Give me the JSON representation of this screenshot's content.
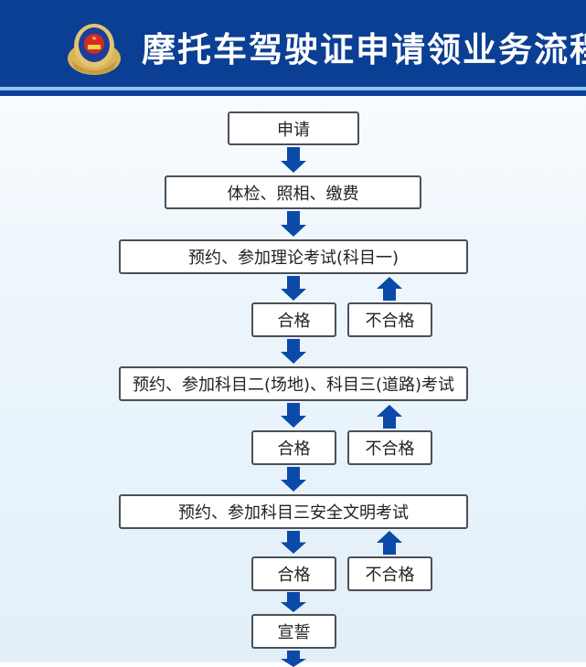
{
  "title": "摩托车驾驶证申请领业务流程",
  "emblem": "police-emblem",
  "colors": {
    "header": "#0b3f94",
    "arrow": "#0b4aa8",
    "box_border": "#4a5058"
  },
  "steps": {
    "apply": "申请",
    "physical": "体检、照相、缴费",
    "subject1": "预约、参加理论考试(科目一)",
    "subject23": "预约、参加科目二(场地)、科目三(道路)考试",
    "subject3_safety": "预约、参加科目三安全文明考试",
    "oath": "宣誓"
  },
  "results": {
    "pass": "合格",
    "fail": "不合格"
  }
}
